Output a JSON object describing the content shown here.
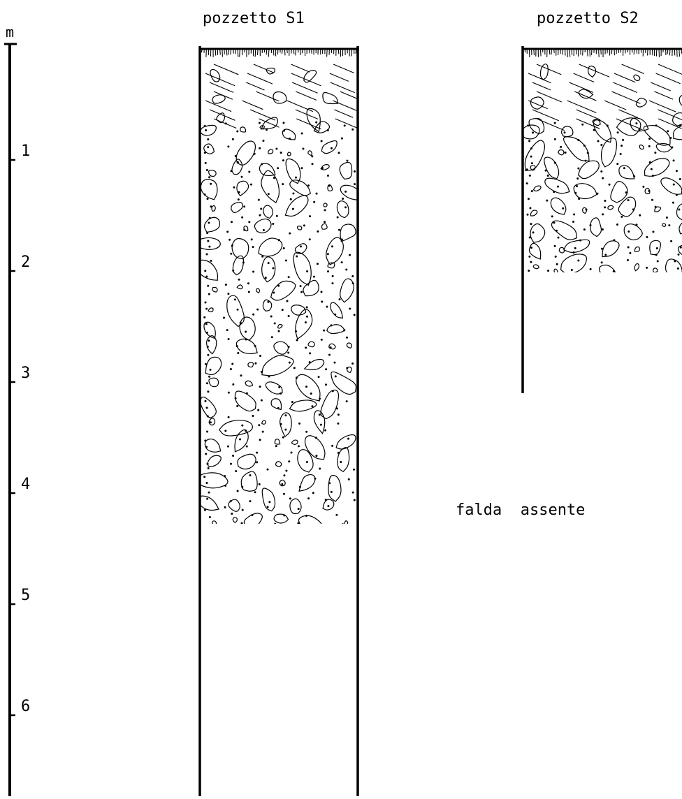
{
  "scale": {
    "unit": "m",
    "ticks": [
      {
        "value": 1,
        "label": "1"
      },
      {
        "value": 2,
        "label": "2"
      },
      {
        "value": 3,
        "label": "3"
      },
      {
        "value": 4,
        "label": "4"
      },
      {
        "value": 5,
        "label": "5"
      },
      {
        "value": 6,
        "label": "6"
      }
    ]
  },
  "pits": [
    {
      "id": "S1",
      "title": "pozzetto S1",
      "depth_m": 6.8
    },
    {
      "id": "S2",
      "title": "pozzetto S2",
      "depth_m": 3.1
    }
  ],
  "note": "falda  assente"
}
